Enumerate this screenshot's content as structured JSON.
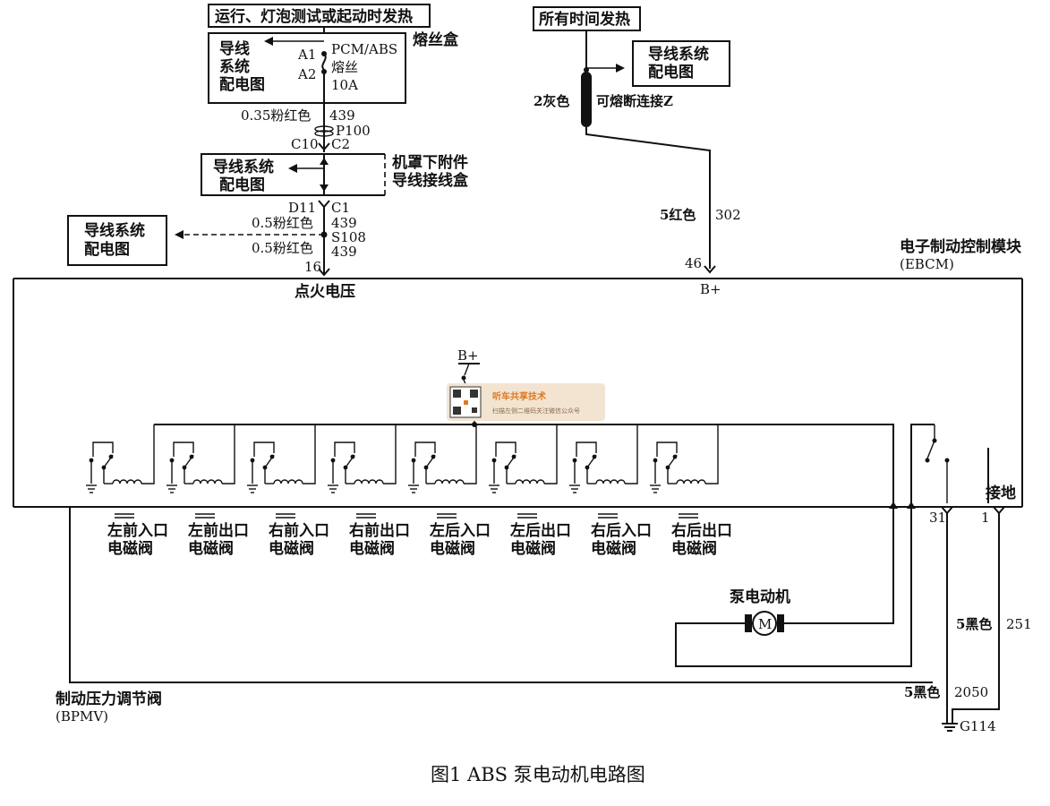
{
  "header_top_left": "运行、灯泡测试或起动时发热",
  "header_top_right": "所有时间发热",
  "fuse_box": {
    "title": "熔丝盒",
    "wiring_ref": [
      "导线",
      "系统",
      "配电图"
    ],
    "fuse_name": "PCM/ABS",
    "fuse_word": "熔丝",
    "fuse_rating": "10A",
    "pin_a1": "A1",
    "pin_a2": "A2"
  },
  "wire_439_1": {
    "color": "0.35粉红色",
    "circuit": "439"
  },
  "connector_p100": "P100",
  "pins_c10_c2": [
    "C10",
    "C2"
  ],
  "junction_box": {
    "title_lines": [
      "机罩下附件",
      "导线接线盒"
    ],
    "wiring_ref": [
      "导线系统",
      "配电图"
    ]
  },
  "pins_d11_c1": [
    "D11",
    "C1"
  ],
  "wire_439_2": {
    "color": "0.5粉红色",
    "circuit": "439"
  },
  "splice": "S108",
  "wire_439_3": {
    "color": "0.5粉红色",
    "circuit": "439"
  },
  "left_ref": [
    "导线系统",
    "配电图"
  ],
  "pin_16": "16",
  "ignition_voltage": "点火电压",
  "fusible_link": {
    "color": "2灰色",
    "name": "可熔断连接Z"
  },
  "right_ref": [
    "导线系统",
    "配电图"
  ],
  "wire_302": {
    "color": "5红色",
    "circuit": "302"
  },
  "pin_46": "46",
  "b_plus_top": "B+",
  "ebcm": {
    "name": "电子制动控制模块",
    "abbr": "(EBCM)"
  },
  "b_plus_inner": "B+",
  "ground_label": "接地",
  "pin_31": "31",
  "pin_1": "1",
  "valves": [
    [
      "左前入口",
      "电磁阀"
    ],
    [
      "左前出口",
      "电磁阀"
    ],
    [
      "右前入口",
      "电磁阀"
    ],
    [
      "右前出口",
      "电磁阀"
    ],
    [
      "左后入口",
      "电磁阀"
    ],
    [
      "左后出口",
      "电磁阀"
    ],
    [
      "右后入口",
      "电磁阀"
    ],
    [
      "右后出口",
      "电磁阀"
    ]
  ],
  "pump_motor": "泵电动机",
  "motor_symbol": "M",
  "wire_251": {
    "color": "5黑色",
    "circuit": "251"
  },
  "wire_2050": {
    "color": "5黑色",
    "circuit": "2050"
  },
  "ground_point": "G114",
  "bpmv": {
    "name": "制动压力调节阀",
    "abbr": "(BPMV)"
  },
  "watermark": {
    "title": "听车共享技术",
    "subtitle": "扫描左侧二维码关注微信公众号"
  },
  "caption": "图1  ABS 泵电动机电路图"
}
